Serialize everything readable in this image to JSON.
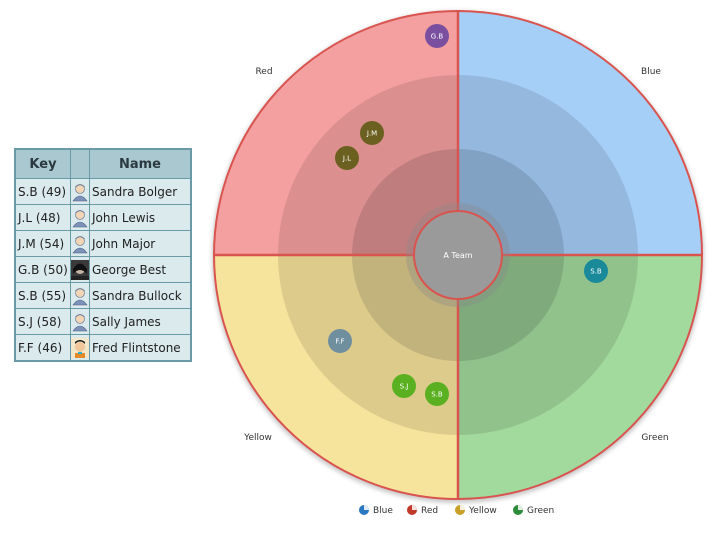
{
  "table": {
    "headers": {
      "key": "Key",
      "avatar": "",
      "name": "Name"
    },
    "rows": [
      {
        "key": "S.B (49)",
        "name": "Sandra Bolger",
        "avatar": "person-icon"
      },
      {
        "key": "J.L (48)",
        "name": "John Lewis",
        "avatar": "person-icon"
      },
      {
        "key": "J.M (54)",
        "name": "John Major",
        "avatar": "person-icon"
      },
      {
        "key": "G.B (50)",
        "name": "George Best",
        "avatar": "george-best-photo"
      },
      {
        "key": "S.B (55)",
        "name": "Sandra Bullock",
        "avatar": "person-icon"
      },
      {
        "key": "S.J (58)",
        "name": "Sally James",
        "avatar": "person-icon"
      },
      {
        "key": "F.F (46)",
        "name": "Fred Flintstone",
        "avatar": "fred-flintstone-photo"
      }
    ]
  },
  "radar": {
    "center_label": "A Team",
    "quadrants": [
      {
        "name": "Red",
        "color": "#f4a0a0"
      },
      {
        "name": "Blue",
        "color": "#a6cff8"
      },
      {
        "name": "Yellow",
        "color": "#f6e39c"
      },
      {
        "name": "Green",
        "color": "#a2d99c"
      }
    ],
    "divider_color": "#d9534f",
    "dots": [
      {
        "label": "G.B",
        "color": "#7a4fa0",
        "quadrant": "Red"
      },
      {
        "label": "J.M",
        "color": "#6b6020",
        "quadrant": "Red"
      },
      {
        "label": "J.L",
        "color": "#6b6020",
        "quadrant": "Red"
      },
      {
        "label": "S.B",
        "color": "#1a8a9a",
        "quadrant": "Green"
      },
      {
        "label": "F.F",
        "color": "#6f8f9f",
        "quadrant": "Yellow"
      },
      {
        "label": "S.J",
        "color": "#5ab020",
        "quadrant": "Yellow"
      },
      {
        "label": "S.B",
        "color": "#5ab020",
        "quadrant": "Yellow"
      }
    ]
  },
  "legend": [
    {
      "label": "Blue",
      "color": "#2b78c2"
    },
    {
      "label": "Red",
      "color": "#c0392b"
    },
    {
      "label": "Yellow",
      "color": "#c8a02a"
    },
    {
      "label": "Green",
      "color": "#2e8b3a"
    }
  ]
}
